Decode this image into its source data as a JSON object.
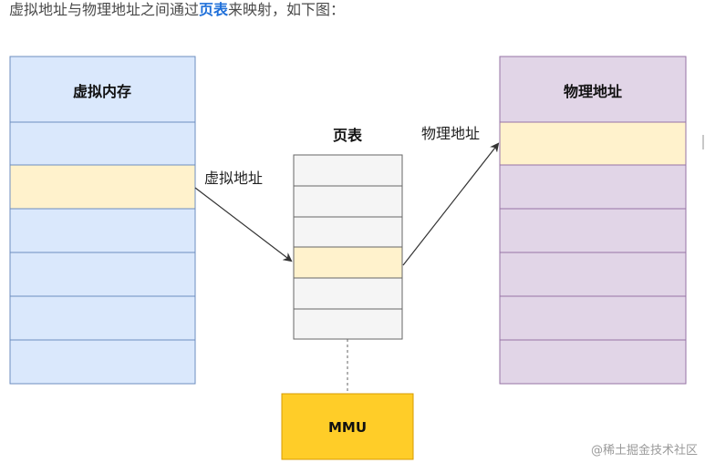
{
  "caption": {
    "before": "虚拟地址与物理地址之间通过",
    "emphasis": "页表",
    "after": "来映射，如下图："
  },
  "virtual_memory": {
    "title": "虚拟内存",
    "fill": "#dae8fc",
    "stroke": "#6c8ebf",
    "highlight_fill": "#fff2cc"
  },
  "page_table": {
    "title": "页表",
    "fill": "#f5f5f5",
    "stroke": "#666666",
    "highlight_fill": "#fff2cc"
  },
  "physical_memory": {
    "title": "物理地址",
    "fill": "#e1d5e7",
    "stroke": "#9673a6",
    "highlight_fill": "#fff2cc"
  },
  "arrows": {
    "virtual_address_label": "虚拟地址",
    "physical_address_label": "物理地址"
  },
  "mmu": {
    "label": "MMU",
    "fill": "#ffcd28",
    "stroke": "#d79b00"
  },
  "watermark": "@稀土掘金技术社区"
}
